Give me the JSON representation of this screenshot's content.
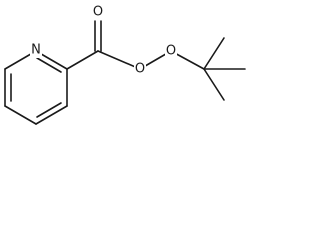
{
  "molecule": {
    "atoms": {
      "ring_nitrogen": "N",
      "carbonyl_oxygen": "O",
      "ester_oxygen": "O",
      "peroxy_oxygen": "O"
    }
  }
}
